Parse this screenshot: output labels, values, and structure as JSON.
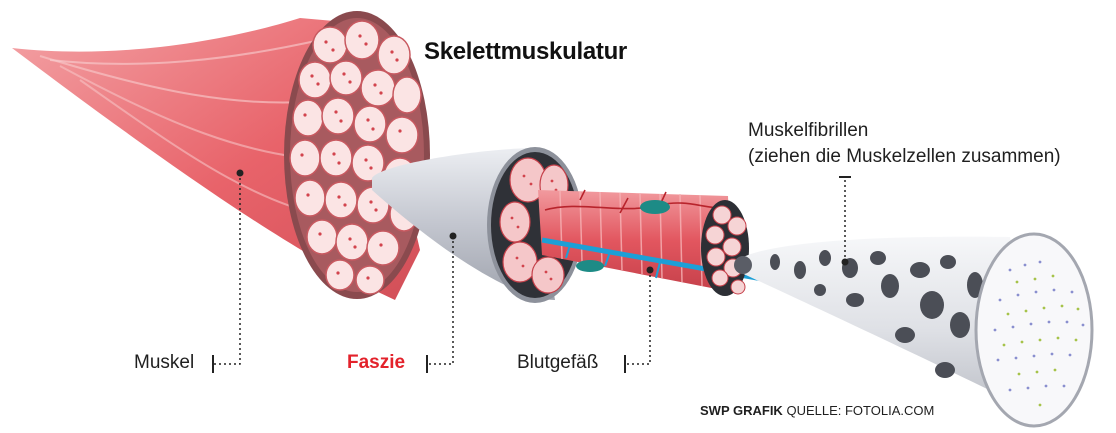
{
  "title": "Skelettmuskulatur",
  "labels": {
    "muskel": "Muskel",
    "faszie": "Faszie",
    "blutgefaess": "Blutgefäß",
    "muskelfibrillen_line1": "Muskelfibrillen",
    "muskelfibrillen_line2": "(ziehen die Muskelzellen zusammen)"
  },
  "credit": {
    "brand": "SWP GRAFIK",
    "source": "QUELLE: FOTOLIA.COM"
  },
  "colors": {
    "muscle": "#e8636a",
    "muscle_light": "#f4a5a8",
    "muscle_dark": "#b9444c",
    "fascia": "#c7cad3",
    "vessel_blue": "#1d9fd6",
    "nerve_green": "#1d8b86",
    "accent_red": "#e3222b",
    "fibril_gray": "#5a5d66"
  }
}
